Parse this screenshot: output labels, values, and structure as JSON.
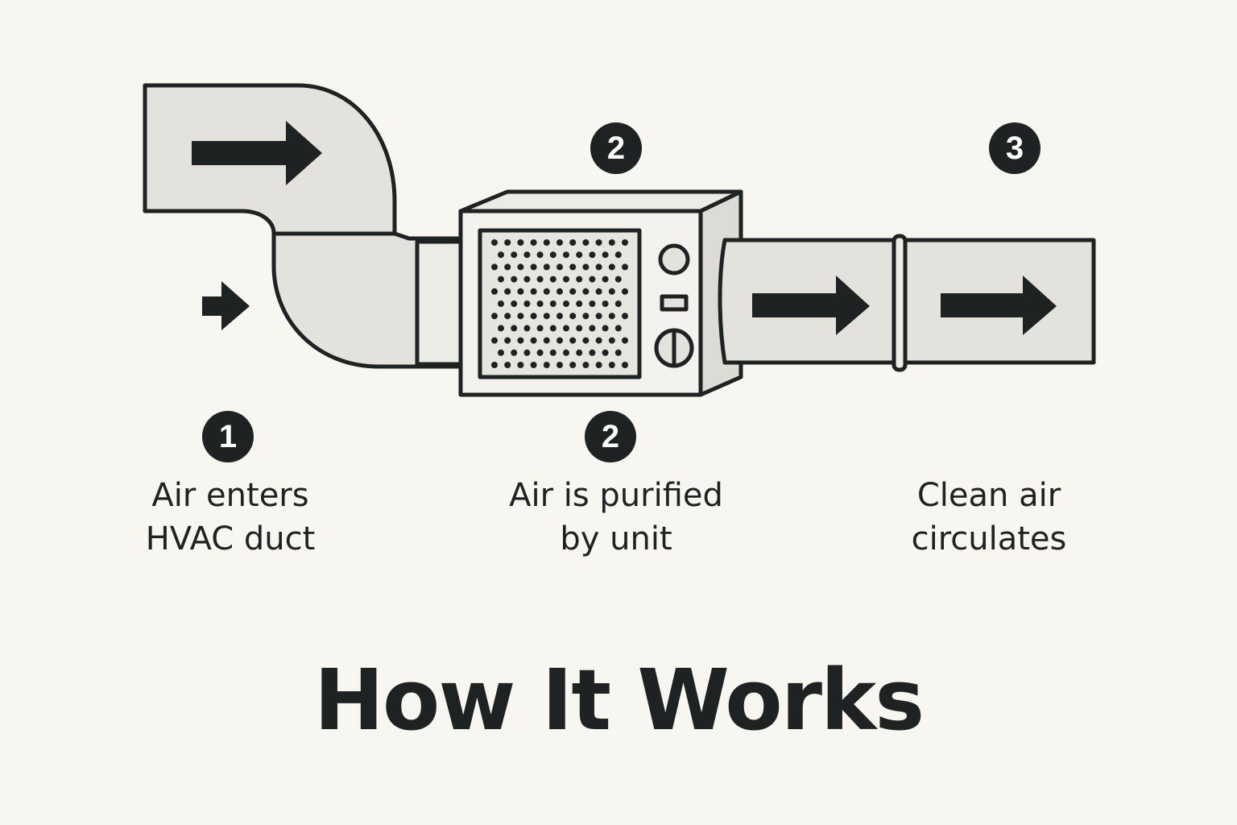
{
  "title": "How It Works",
  "steps": [
    {
      "number": "1",
      "line1": "Air enters",
      "line2": "HVAC duct"
    },
    {
      "number": "2",
      "line1": "Air is purified",
      "line2": "by unit"
    },
    {
      "number": "3",
      "line1": "Clean air",
      "line2": "circulates"
    }
  ],
  "extra_badge": {
    "number": "2"
  },
  "colors": {
    "ink": "#1e2222",
    "duct_fill": "#e3e2dd",
    "background": "#f7f6f1"
  }
}
